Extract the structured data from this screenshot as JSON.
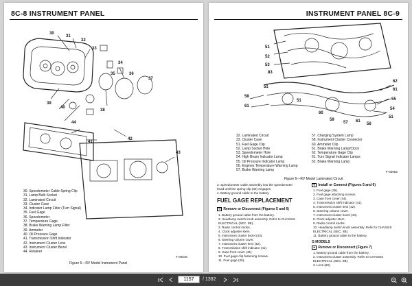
{
  "left": {
    "header": "8C-8   INSTRUMENT PANEL",
    "callouts": {
      "c30": "30",
      "c31": "31",
      "c32": "32",
      "c33": "33",
      "c34": "34",
      "c35": "35",
      "c36": "36",
      "c37": "37",
      "c38": "38",
      "c39": "39",
      "c40": "40",
      "c41": "41",
      "c42": "42",
      "c43": "43",
      "c44": "44"
    },
    "legend": [
      "30. Speedometer Cable Spring Clip",
      "31. Lamp Bulb Socket",
      "32. Laminated Circuit",
      "33. Cluster Case",
      "34. Indicator Lamp Filter (Turn Signal)",
      "35. Fuel Gage",
      "36. Speedometer",
      "37. Temperature Gage",
      "38. Brake Warning Lamp Filter",
      "39. Ammeter",
      "40. Oil Pressure Gage",
      "41. Transmission Shift Indicator",
      "42. Instrument Cluster Lens",
      "43. Instrument Cluster Bezel",
      "44. Retainer"
    ],
    "caption": "Figure 5—RV Model Instrument Panel",
    "figure_id": "F-00545"
  },
  "right": {
    "header": "INSTRUMENT PANEL   8C-9",
    "callouts": {
      "c51a": "51",
      "c52": "52",
      "c53": "53",
      "c83": "83",
      "c51b": "51",
      "c58": "58",
      "c61": "61",
      "c51c": "51",
      "c60": "60",
      "c59": "59",
      "c57": "57",
      "c61b": "61",
      "c56": "56",
      "c62": "62",
      "c61c": "61",
      "c55": "55",
      "c54": "54",
      "c51d": "51"
    },
    "legend_left": [
      "32. Laminated Circuit",
      "33. Cluster Case",
      "51. Fuel Gage Clip",
      "52. Lamp Socket Hole",
      "53. Speedometer Hole",
      "54. High Beam Indicator Lamp",
      "55. Oil Pressure Indicator Lamp",
      "56. Engines Temperature Warning Lamp",
      "57. Brake Warning Lamp"
    ],
    "legend_right": [
      "57. Charging System Lamp",
      "58. Instrument Cluster Connector",
      "60. Ammeter Clip",
      "61. Brake Warning Lamp/Clock",
      "62. Temperature Gage Clip",
      "61. Turn Signal Indicator Lamps",
      "62. Brake Warning Lamp"
    ],
    "caption": "Figure 6—RV Model Laminated Circuit",
    "figure_id": "F-00553",
    "col1_top": [
      "3. Speedometer cable assembly into the speedometer",
      "   head until the spring clip (30) engages.",
      "4. Battery ground cable to the battery."
    ],
    "fuel_title": "FUEL GAGE REPLACEMENT",
    "remove_label": "Remove or Disconnect (Figures 5 and 6)",
    "remove_steps": [
      "1. Battery ground cable from the battery.",
      "2. Headlamp switch knob assembly. Refer to CHASSIS",
      "   ELECTRICAL (SEC. 8B).",
      "3. Radio control knobs.",
      "4. Clock adjuster stem.",
      "5. Instrument cluster bezel (43).",
      "6. Steering column cover.",
      "7. Instrument cluster lens (42).",
      "8. Transmission shift indicator (41).",
      "9. Case front cover (44).",
      "10. Fuel gage clip fastening screws.",
      "11. Fuel gage (35)."
    ],
    "install_label": "Install or Connect (Figures 5 and 6)",
    "install_steps": [
      "1. Fuel gage (35).",
      "2. Fuel gage attaching screws.",
      "3. Case front cover (44).",
      "4. Transmission shift indicator (41).",
      "5. Instrument cluster lens (42).",
      "6. Steering column cover.",
      "7. Instrument cluster bezel (43).",
      "8. Clock adjuster stem.",
      "9. Radio control knobs.",
      "10. Headlamp switch knob assembly. Refer to CHASSIS",
      "    ELECTRICAL (SEC. 8B).",
      "11. Battery ground cable to the battery."
    ],
    "g_models": "G MODELS",
    "g_remove_label": "Remove or Disconnect (Figure 7)",
    "g_steps": [
      "1. Battery ground cable from the battery.",
      "2. Instrument cluster assembly. Refer to CHASSIS",
      "   ELECTRICAL (SEC. 8B).",
      "3. Lens (60)."
    ]
  },
  "toolbar": {
    "page_current": "1157",
    "page_total": "/ 1382",
    "arrow_glyph": "➔"
  }
}
